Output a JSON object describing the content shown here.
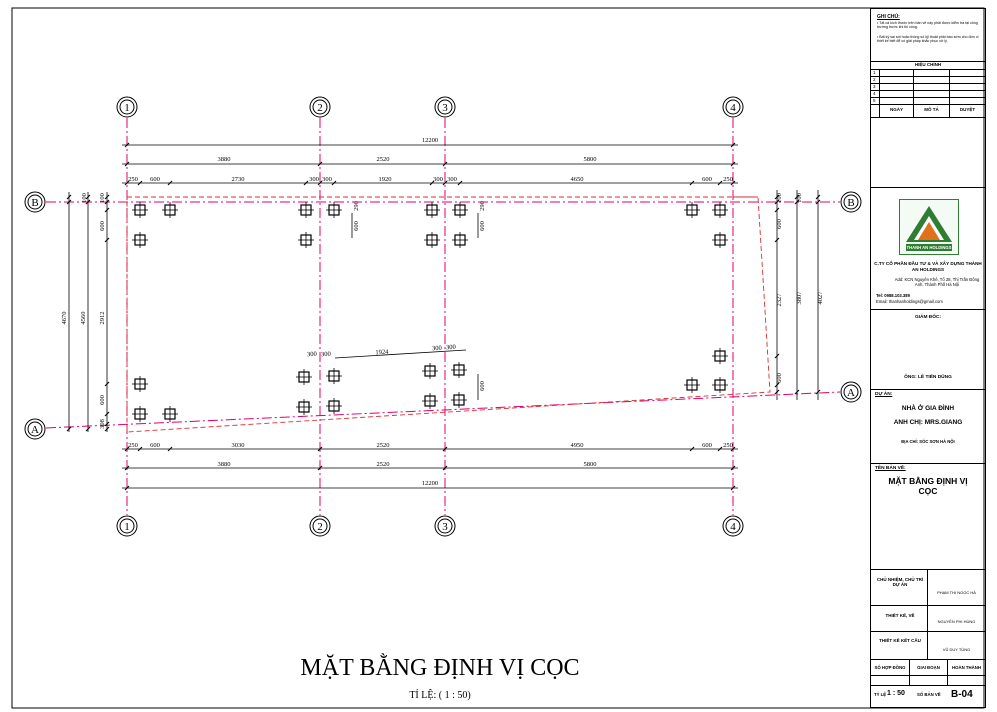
{
  "drawing": {
    "title": "MẶT BẰNG ĐỊNH VỊ CỌC",
    "scale": "TỈ LỆ: ( 1 : 50)",
    "grid_columns": [
      "1",
      "2",
      "3",
      "4"
    ],
    "grid_rows": [
      "B",
      "A"
    ],
    "top_dims": {
      "overall": "12200",
      "bays": [
        "3880",
        "2520",
        "5800"
      ],
      "detail": [
        "250",
        "600",
        "2730",
        "300",
        "300",
        "1920",
        "300",
        "300",
        "4650",
        "600",
        "250"
      ]
    },
    "bottom_dims": {
      "overall": "12200",
      "bays": [
        "3880",
        "2520",
        "5800"
      ],
      "detail": [
        "250",
        "600",
        "3030",
        "2520",
        "4950",
        "600",
        "250"
      ]
    },
    "left_dims": [
      "4670",
      "4560",
      "2912",
      "600",
      "600",
      "100",
      "100",
      "308"
    ],
    "right_dims": [
      "4027",
      "3807",
      "2327",
      "600",
      "600",
      "100",
      "100"
    ],
    "inner_dims": {
      "inner_top": [
        "300",
        "1924",
        "300",
        "300",
        "300"
      ],
      "v_labels": [
        "600",
        "290",
        "290",
        "600",
        "600"
      ]
    }
  },
  "title_block": {
    "notes_heading": "GHI CHÚ:",
    "notes": [
      "• Tất cả kích thước trên bản vẽ này phải được kiểm tra tại công trường trước khi thi công.",
      "• Bất kỳ sai sót hoặc thông số kỹ thuật phải báo sớm cho đơn vị thiết kế biết để có giải pháp khắc phục xử lý."
    ],
    "revision_heading": "HIỆU CHỈNH",
    "revision_rows": [
      "1",
      "2",
      "3",
      "4",
      "5"
    ],
    "revision_cols": [
      "NGÀY",
      "MÔ TẢ",
      "DUYỆT"
    ],
    "logo_text": "THANH AN HOLDINGS",
    "company": "C.TY CỔ PHẦN ĐẦU TƯ & VÀ XÂY DỰNG THÀNH AN HOLDINGS",
    "address": "Add: KCN Nguyên Khê, Tổ 28, Thị Trấn Đông Anh, Thành Phố Hà Nội",
    "tel": "Tel: 0988.103.389",
    "email": "Email: thanhanholdings@gmail.com",
    "director_label": "GIÁM ĐỐC:",
    "director_name": "ÔNG: LÊ TIẾN DŨNG",
    "project_label": "DỰ ÁN:",
    "project_name": "NHÀ Ở GIA ĐÌNH",
    "client": "ANH CHỊ: MRS.GIANG",
    "location": "ĐỊA CHỈ: SÓC SƠN HÀ NỘI",
    "sheet_label": "TÊN BẢN VẼ:",
    "sheet_name": "MẶT BẰNG ĐỊNH VỊ CỌC",
    "roles": [
      {
        "role": "CHỦ NHIỆM, CHỦ TRÌ DỰ ÁN",
        "name": "PHẠM THỊ NGỌC HÀ"
      },
      {
        "role": "THIẾT KẾ, VẼ",
        "name": "NGUYỄN PHI HÙNG"
      },
      {
        "role": "THIẾT KẾ KẾT CẤU",
        "name": "VŨ DUY TÙNG"
      }
    ],
    "footer_cols": [
      "SỐ HỢP ĐỒNG",
      "GIAI ĐOẠN",
      "HOÀN THÀNH"
    ],
    "scale_label": "TỶ LỆ",
    "scale_value": "1 : 50",
    "sheet_no_label": "SỐ BẢN VẼ",
    "sheet_no": "B-04"
  },
  "colors": {
    "grid_line": "#e0006e",
    "dim_line": "#000000",
    "outline_dash": "#d83030",
    "logo_green": "#2e7d32",
    "logo_orange": "#e0701a"
  }
}
